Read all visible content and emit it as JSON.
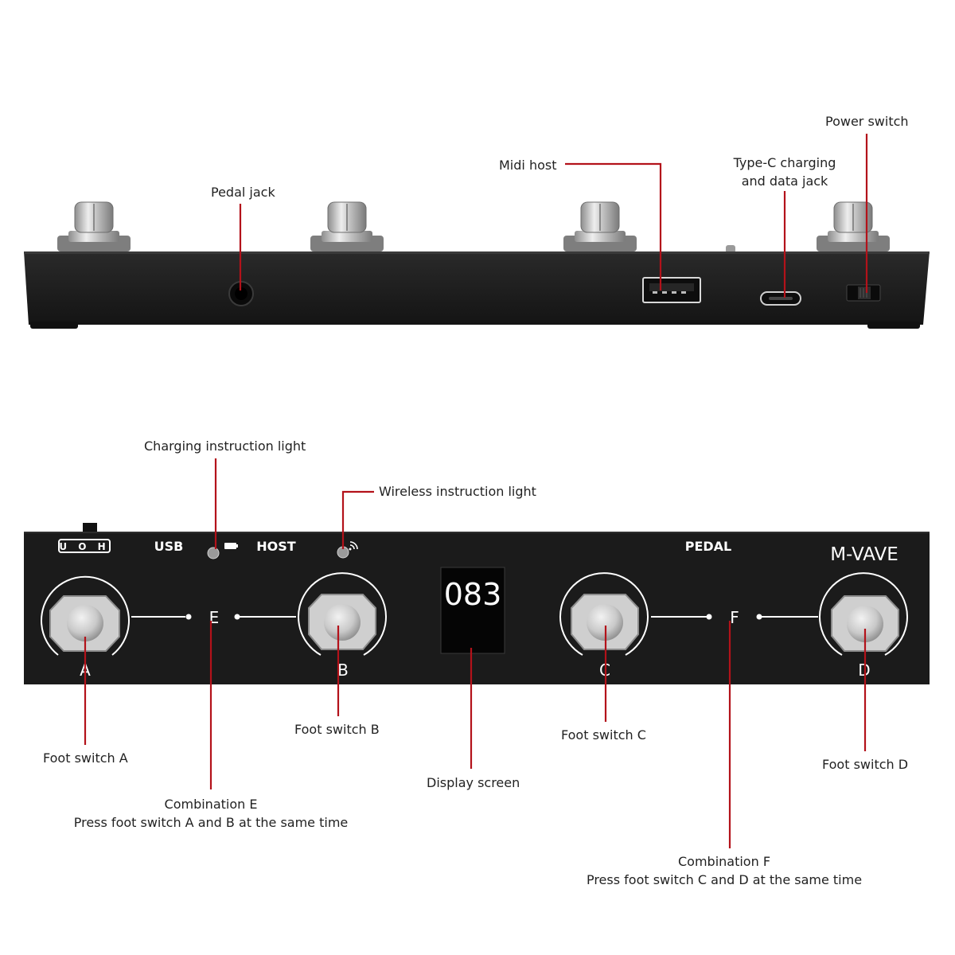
{
  "device": {
    "brand": "M-VAVE",
    "display_value": "083",
    "panel_labels": {
      "mode_switch": "U O H",
      "usb": "USB",
      "host": "HOST",
      "pedal": "PEDAL"
    },
    "switch_letters": {
      "a": "A",
      "b": "B",
      "c": "C",
      "d": "D",
      "e": "E",
      "f": "F"
    }
  },
  "callouts": {
    "pedal_jack": "Pedal jack",
    "midi_host": "Midi host",
    "type_c_line1": "Type-C charging",
    "type_c_line2": "and data jack",
    "power_switch": "Power switch",
    "charging_light": "Charging instruction light",
    "wireless_light": "Wireless instruction light",
    "foot_switch_a": "Foot switch A",
    "foot_switch_b": "Foot switch B",
    "foot_switch_c": "Foot switch C",
    "foot_switch_d": "Foot switch D",
    "display_screen": "Display screen",
    "combination_e_title": "Combination E",
    "combination_e_desc": "Press foot switch A and B at the same time",
    "combination_f_title": "Combination F",
    "combination_f_desc": "Press foot switch C and D at the same time"
  },
  "colors": {
    "leader_line": "#b3121a",
    "body": "#1b1b1b",
    "panel_text": "#ffffff",
    "display_segment": "#ffffff"
  },
  "icons": {
    "battery": "battery-icon",
    "wireless": "wireless-icon",
    "usb_port": "usb-port-icon",
    "type_c_port": "type-c-port-icon"
  }
}
